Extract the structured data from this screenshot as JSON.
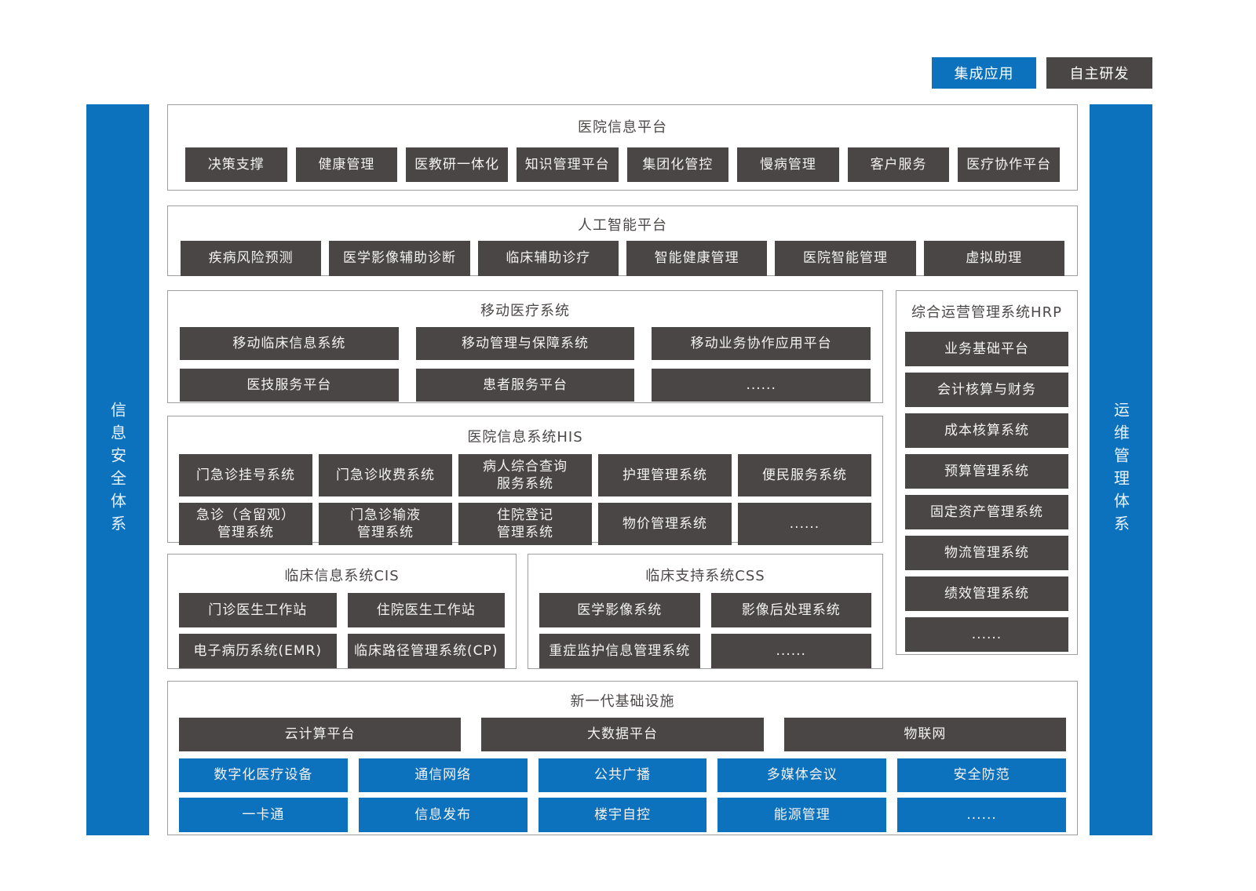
{
  "colors": {
    "accent_blue": "#0d72bd",
    "node_dark": "#4a4646",
    "section_border": "#9e9e9e",
    "title_text": "#4c4848"
  },
  "legend": {
    "integrated": "集成应用",
    "self_developed": "自主研发"
  },
  "side_bars": {
    "left": "信息安全体系",
    "right": "运维管理体系"
  },
  "sections": {
    "hospital_info_platform": {
      "title": "医院信息平台",
      "items": [
        "决策支撑",
        "健康管理",
        "医教研一体化",
        "知识管理平台",
        "集团化管控",
        "慢病管理",
        "客户服务",
        "医疗协作平台"
      ]
    },
    "ai_platform": {
      "title": "人工智能平台",
      "items": [
        "疾病风险预测",
        "医学影像辅助诊断",
        "临床辅助诊疗",
        "智能健康管理",
        "医院智能管理",
        "虚拟助理"
      ]
    },
    "mobile_medical": {
      "title": "移动医疗系统",
      "rows": [
        [
          "移动临床信息系统",
          "移动管理与保障系统",
          "移动业务协作应用平台"
        ],
        [
          "医技服务平台",
          "患者服务平台",
          "......"
        ]
      ]
    },
    "hrp": {
      "title": "综合运营管理系统HRP",
      "items": [
        "业务基础平台",
        "会计核算与财务",
        "成本核算系统",
        "预算管理系统",
        "固定资产管理系统",
        "物流管理系统",
        "绩效管理系统",
        "......"
      ]
    },
    "his": {
      "title": "医院信息系统HIS",
      "rows": [
        [
          "门急诊挂号系统",
          "门急诊收费系统",
          "病人综合查询\n服务系统",
          "护理管理系统",
          "便民服务系统"
        ],
        [
          "急诊（含留观）\n管理系统",
          "门急诊输液\n管理系统",
          "住院登记\n管理系统",
          "物价管理系统",
          "......"
        ]
      ]
    },
    "cis": {
      "title": "临床信息系统CIS",
      "rows": [
        [
          "门诊医生工作站",
          "住院医生工作站"
        ],
        [
          "电子病历系统(EMR)",
          "临床路径管理系统(CP)"
        ]
      ]
    },
    "css": {
      "title": "临床支持系统CSS",
      "rows": [
        [
          "医学影像系统",
          "影像后处理系统"
        ],
        [
          "重症监护信息管理系统",
          "......"
        ]
      ]
    },
    "infrastructure": {
      "title": "新一代基础设施",
      "dark_row": [
        "云计算平台",
        "大数据平台",
        "物联网"
      ],
      "blue_rows": [
        [
          "数字化医疗设备",
          "通信网络",
          "公共广播",
          "多媒体会议",
          "安全防范"
        ],
        [
          "一卡通",
          "信息发布",
          "楼宇自控",
          "能源管理",
          "......"
        ]
      ]
    }
  }
}
